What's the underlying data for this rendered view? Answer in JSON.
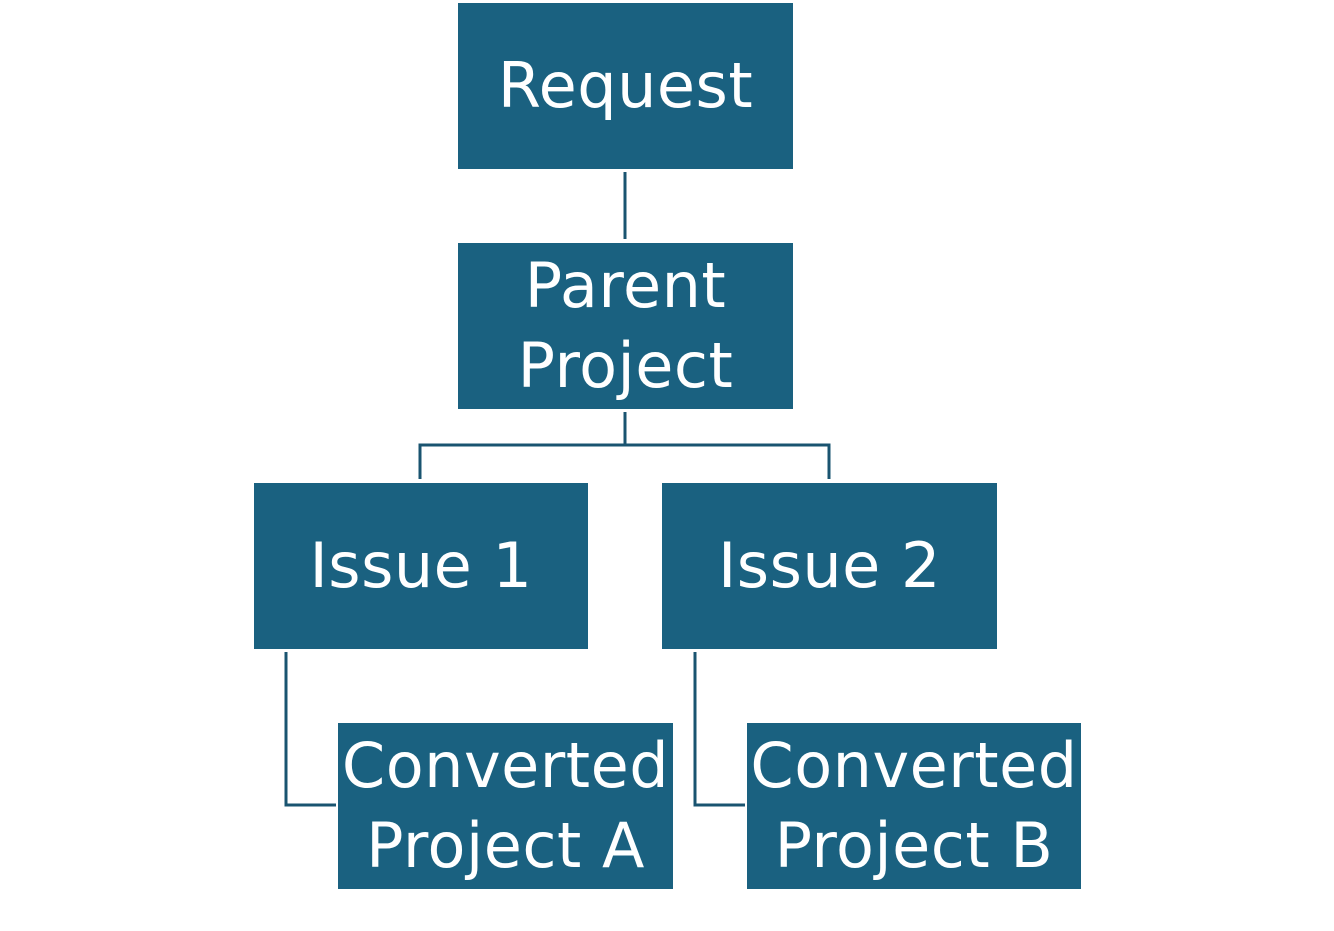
{
  "colors": {
    "node_fill": "#1a6180",
    "connector": "#1a5470",
    "node_text": "#ffffff"
  },
  "nodes": {
    "request": "Request",
    "parent_project": "Parent\nProject",
    "issue_1": "Issue 1",
    "issue_2": "Issue 2",
    "converted_project_a": "Converted\nProject A",
    "converted_project_b": "Converted\nProject B"
  }
}
